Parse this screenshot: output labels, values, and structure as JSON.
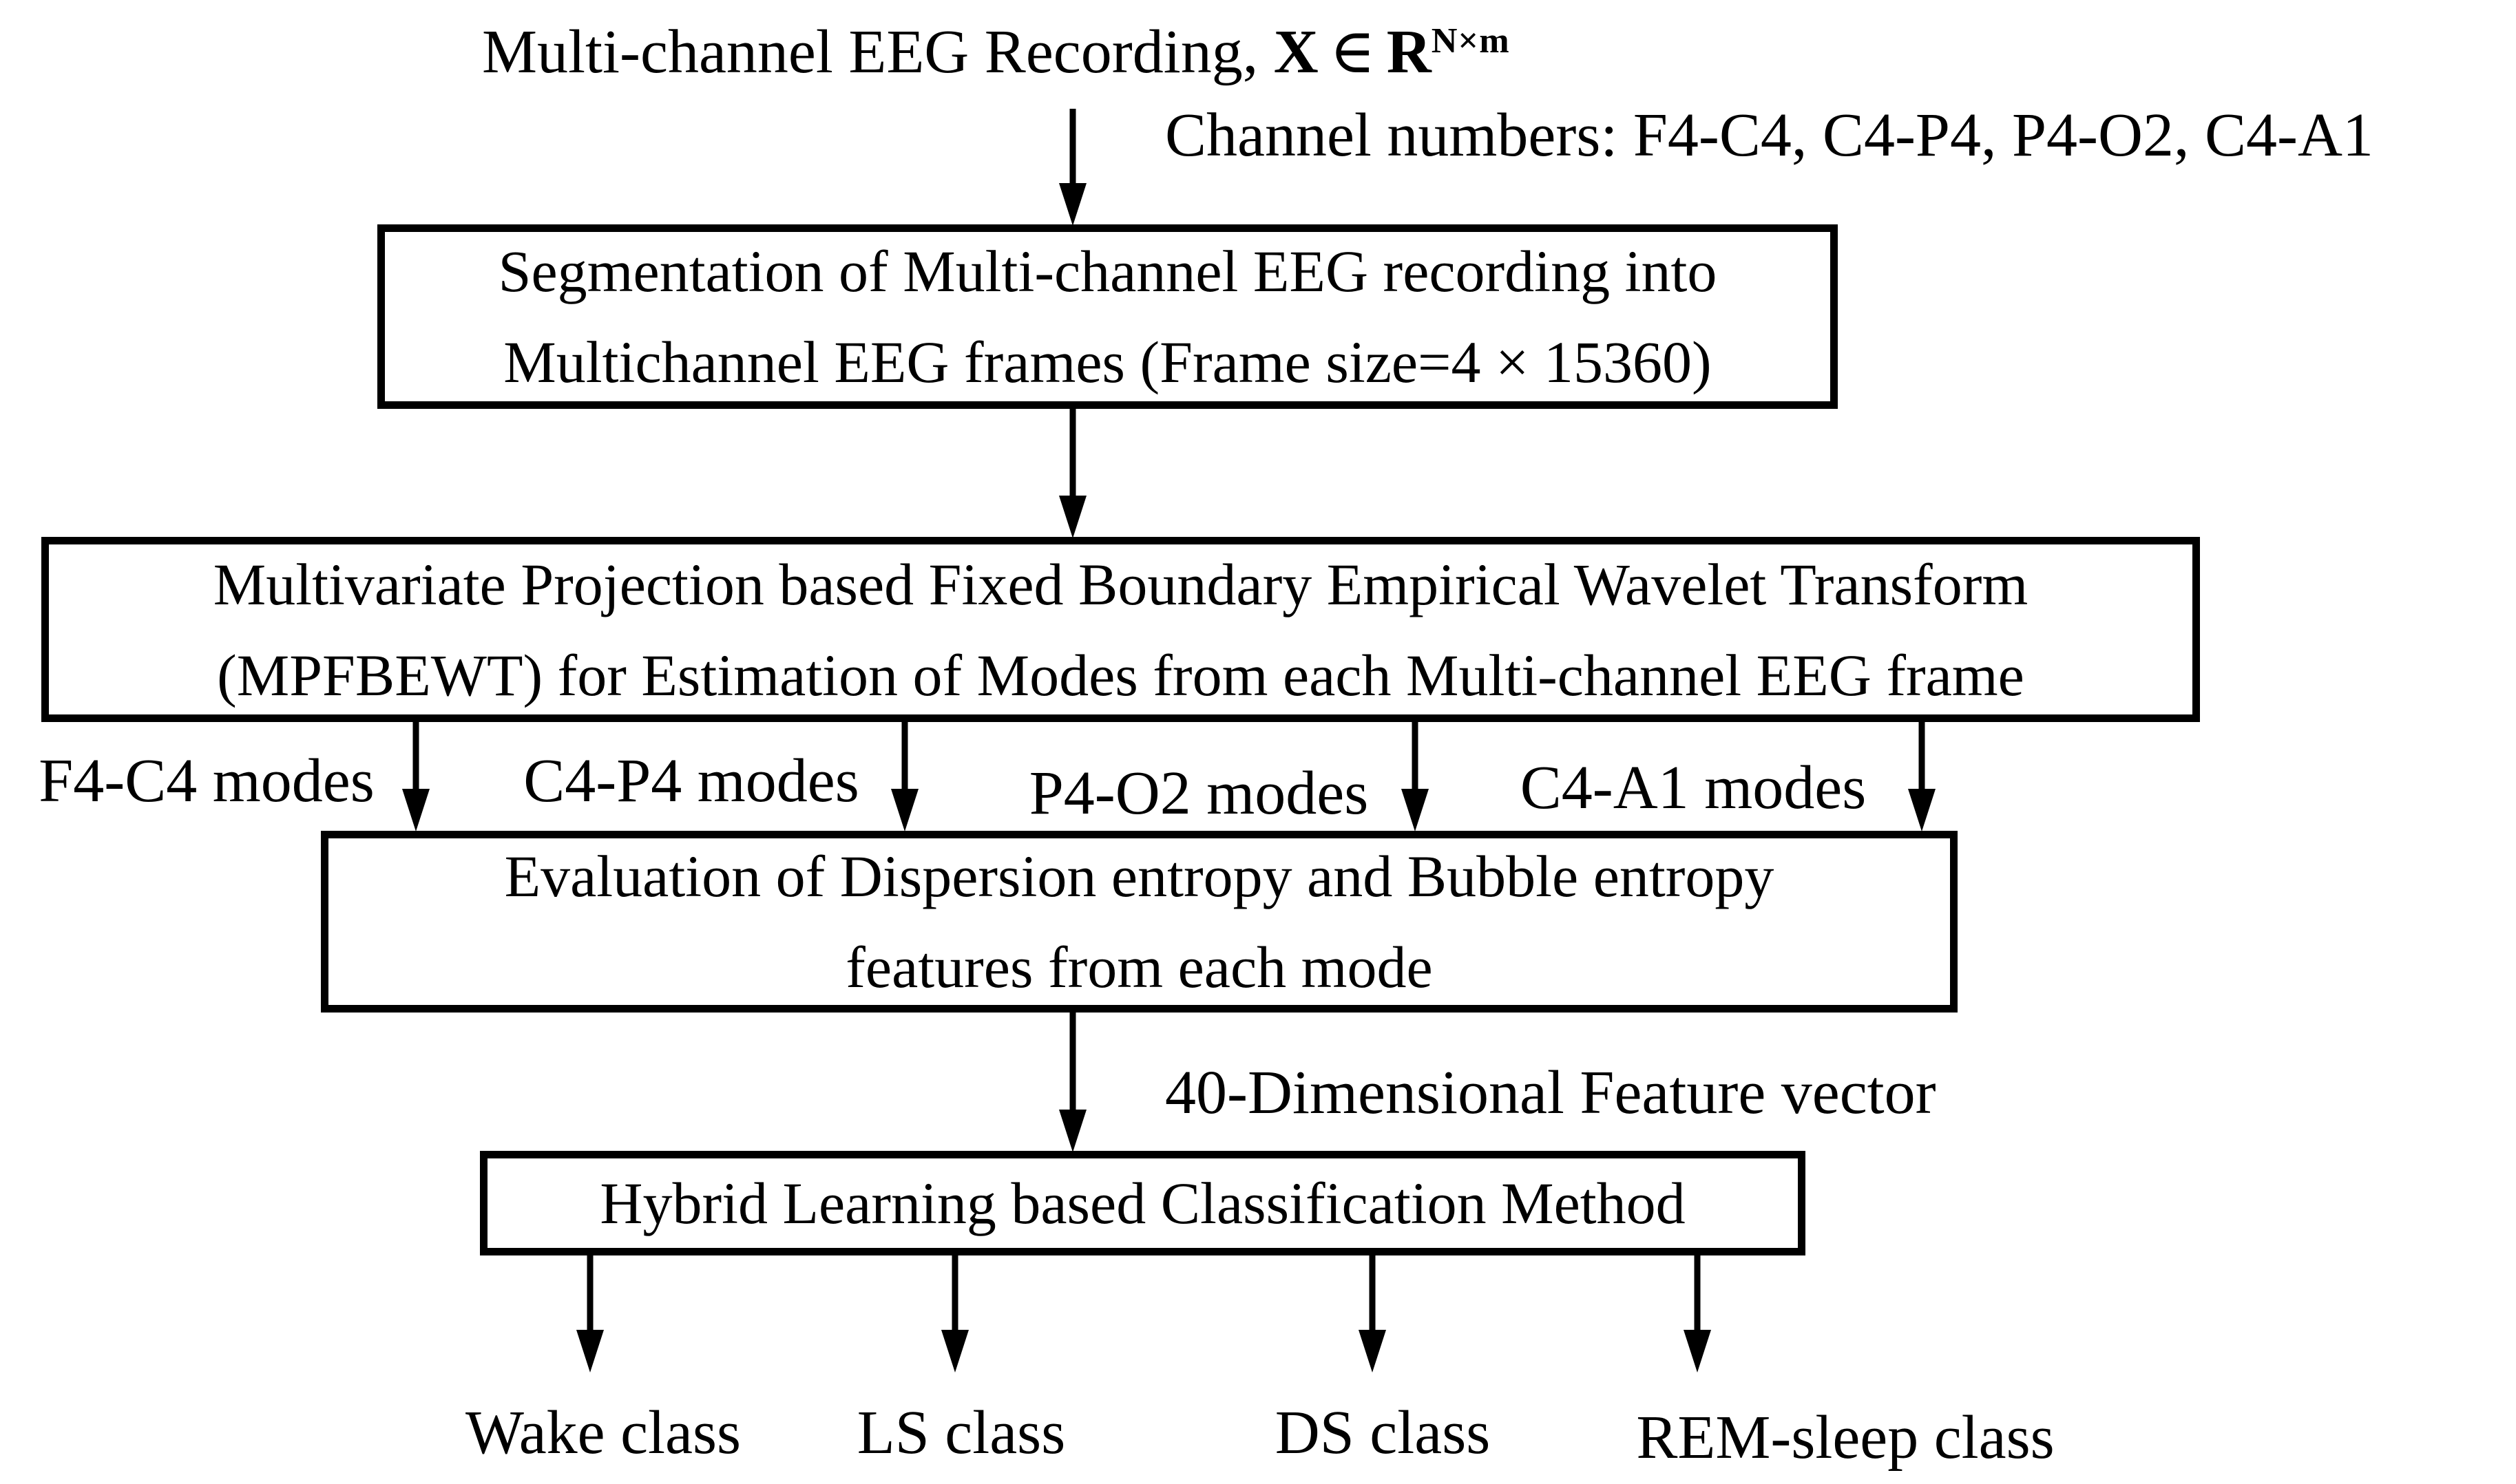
{
  "figure": {
    "background": "#ffffff",
    "ink_color": "#000000",
    "kind": "flowchart"
  },
  "header": {
    "title_prefix": "Multi-channel EEG Recording,",
    "formula": {
      "x": "X",
      "element_of": "∈",
      "r": "R",
      "superscript": "N×m"
    },
    "channels_note": "Channel numbers: F4-C4, C4-P4, P4-O2, C4-A1"
  },
  "boxes": {
    "segmentation": {
      "lines": [
        "Segmentation of Multi-channel EEG recording into",
        "Multichannel EEG frames (Frame size=4 × 15360)"
      ]
    },
    "mpfbewt": {
      "lines": [
        "Multivariate Projection based Fixed Boundary Empirical Wavelet Transform",
        "(MPFBEWT) for Estimation of Modes from each Multi-channel EEG frame"
      ]
    },
    "entropy": {
      "lines": [
        "Evaluation of Dispersion entropy and Bubble entropy",
        "features from each mode"
      ]
    },
    "classifier": {
      "lines": [
        "Hybrid Learning based Classification Method"
      ]
    }
  },
  "mode_labels": [
    "F4-C4 modes",
    "C4-P4 modes",
    "P4-O2 modes",
    "C4-A1 modes"
  ],
  "feature_vector_label": "40-Dimensional Feature vector",
  "class_labels": [
    "Wake class",
    "LS class",
    "DS class",
    "REM-sleep class"
  ]
}
